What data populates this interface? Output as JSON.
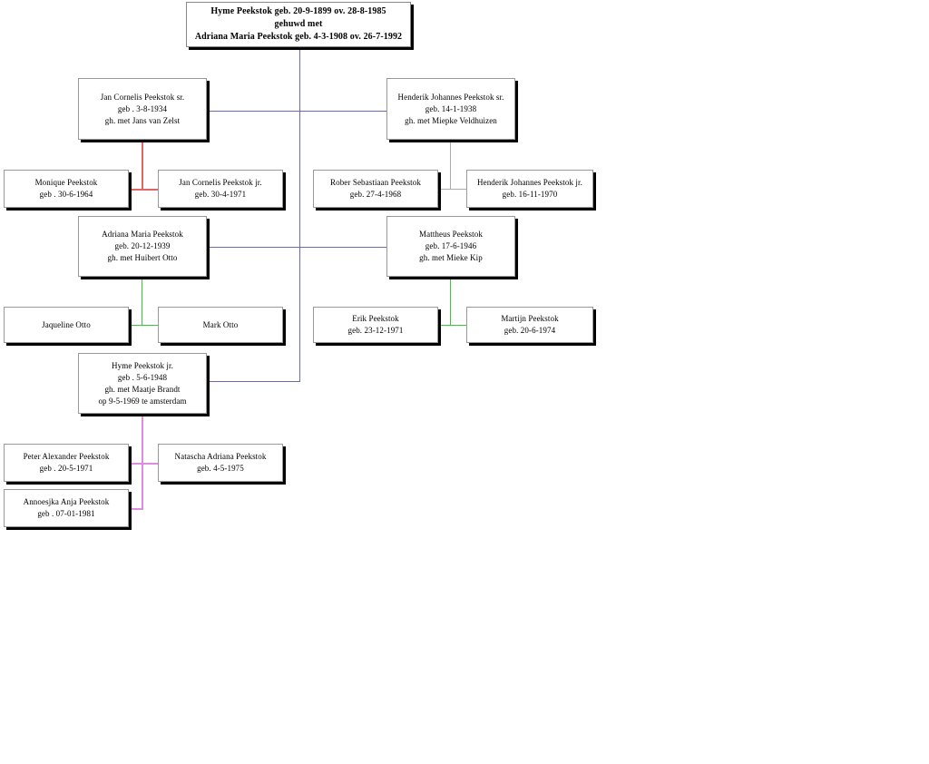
{
  "diagram": {
    "title": "Peekstok family tree",
    "colors": {
      "trunk": "#6a6ab4",
      "family_1": "#e06666",
      "family_2": "#aaaaaa",
      "family_3": "#33cc33",
      "family_4": "#33cc33",
      "family_5": "#e08ae0",
      "box_border": "#999999",
      "box_shadow": "#000000",
      "background": "#ffffff"
    }
  },
  "root": {
    "lines": [
      "Hyme Peekstok geb. 20-9-1899 ov. 28-8-1985",
      "gehuwd met",
      "Adriana Maria Peekstok geb. 4-3-1908 ov. 26-7-1992"
    ]
  },
  "generation2": [
    {
      "id": "jan-cornelis-sr",
      "lines": [
        "Jan Cornelis Peekstok sr.",
        "geb . 3-8-1934",
        "gh. met Jans van Zelst"
      ]
    },
    {
      "id": "henderik-johannes-sr",
      "lines": [
        "Henderik Johannes Peekstok sr.",
        "geb. 14-1-1938",
        "gh. met Miepke Veldhuizen"
      ]
    },
    {
      "id": "adriana-maria",
      "lines": [
        "Adriana Maria Peekstok",
        "geb. 20-12-1939",
        "gh. met Huibert Otto"
      ]
    },
    {
      "id": "mattheus",
      "lines": [
        "Mattheus Peekstok",
        "geb. 17-6-1946",
        "gh. met Mieke Kip"
      ]
    },
    {
      "id": "hyme-jr",
      "lines": [
        "Hyme Peekstok jr.",
        "geb . 5-6-1948",
        "gh. met Maatje Brandt",
        "op 9-5-1969 te amsterdam"
      ]
    }
  ],
  "generation3": [
    {
      "id": "monique",
      "lines": [
        "Monique Peekstok",
        "geb . 30-6-1964"
      ]
    },
    {
      "id": "jan-cornelis-jr",
      "lines": [
        "Jan Cornelis Peekstok jr.",
        "geb. 30-4-1971"
      ]
    },
    {
      "id": "rober-sebastiaan",
      "lines": [
        "Rober Sebastiaan Peekstok",
        "geb. 27-4-1968"
      ]
    },
    {
      "id": "henderik-johannes-jr",
      "lines": [
        "Henderik Johannes Peekstok jr.",
        "geb. 16-11-1970"
      ]
    },
    {
      "id": "jaqueline-otto",
      "lines": [
        "Jaqueline Otto"
      ]
    },
    {
      "id": "mark-otto",
      "lines": [
        "Mark Otto"
      ]
    },
    {
      "id": "erik",
      "lines": [
        "Erik Peekstok",
        "geb. 23-12-1971"
      ]
    },
    {
      "id": "martijn",
      "lines": [
        "Martijn Peekstok",
        "geb. 20-6-1974"
      ]
    },
    {
      "id": "peter-alexander",
      "lines": [
        "Peter Alexander Peekstok",
        "geb . 20-5-1971"
      ]
    },
    {
      "id": "natascha-adriana",
      "lines": [
        "Natascha Adriana Peekstok",
        "geb. 4-5-1975"
      ]
    },
    {
      "id": "annoesjka-anja",
      "lines": [
        "Annoesjka Anja Peekstok",
        "geb . 07-01-1981"
      ]
    }
  ]
}
